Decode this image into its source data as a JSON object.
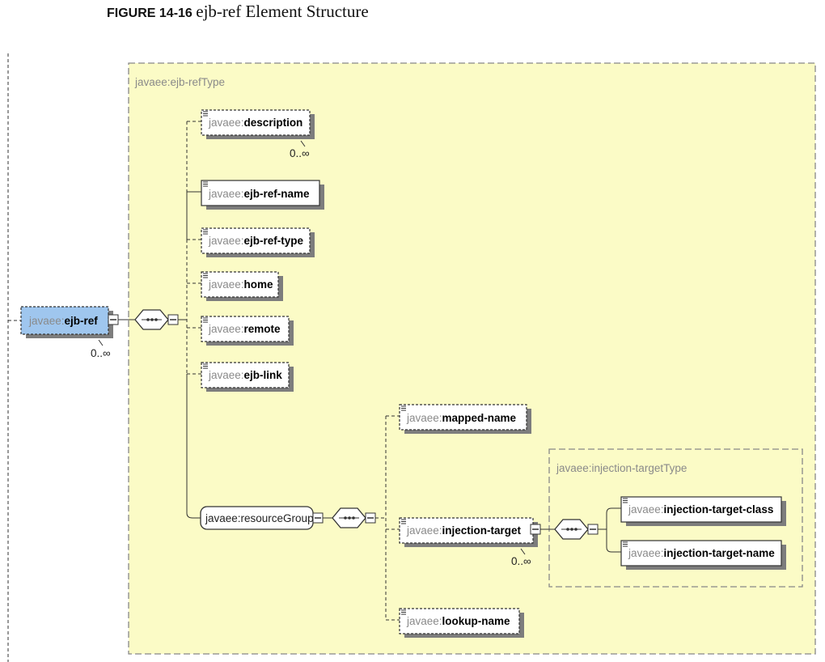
{
  "caption": {
    "figure_number": "FIGURE 14-16",
    "title": "ejb-ref Element Structure"
  },
  "root": {
    "prefix": "javaee:",
    "name": "ejb-ref",
    "cardinality": "0..∞"
  },
  "complex_type": {
    "label": "javaee:ejb-refType"
  },
  "elements": {
    "description": {
      "prefix": "javaee:",
      "name": "description",
      "cardinality": "0..∞"
    },
    "ejb_ref_name": {
      "prefix": "javaee:",
      "name": "ejb-ref-name"
    },
    "ejb_ref_type": {
      "prefix": "javaee:",
      "name": "ejb-ref-type"
    },
    "home": {
      "prefix": "javaee:",
      "name": "home"
    },
    "remote": {
      "prefix": "javaee:",
      "name": "remote"
    },
    "ejb_link": {
      "prefix": "javaee:",
      "name": "ejb-link"
    }
  },
  "resource_group": {
    "label": "javaee:resourceGroup",
    "mapped_name": {
      "prefix": "javaee:",
      "name": "mapped-name"
    },
    "injection_target": {
      "prefix": "javaee:",
      "name": "injection-target",
      "cardinality": "0..∞"
    },
    "lookup_name": {
      "prefix": "javaee:",
      "name": "lookup-name"
    }
  },
  "injection_target_type": {
    "label": "javaee:injection-targetType",
    "injection_target_class": {
      "prefix": "javaee:",
      "name": "injection-target-class"
    },
    "injection_target_name": {
      "prefix": "javaee:",
      "name": "injection-target-name"
    }
  },
  "colors": {
    "type_box_fill": "#fbfbc6",
    "root_fill": "#9fc6ee",
    "element_fill": "#ffffff",
    "shadow": "#7d7d7d",
    "frame_stroke": "#888888"
  }
}
